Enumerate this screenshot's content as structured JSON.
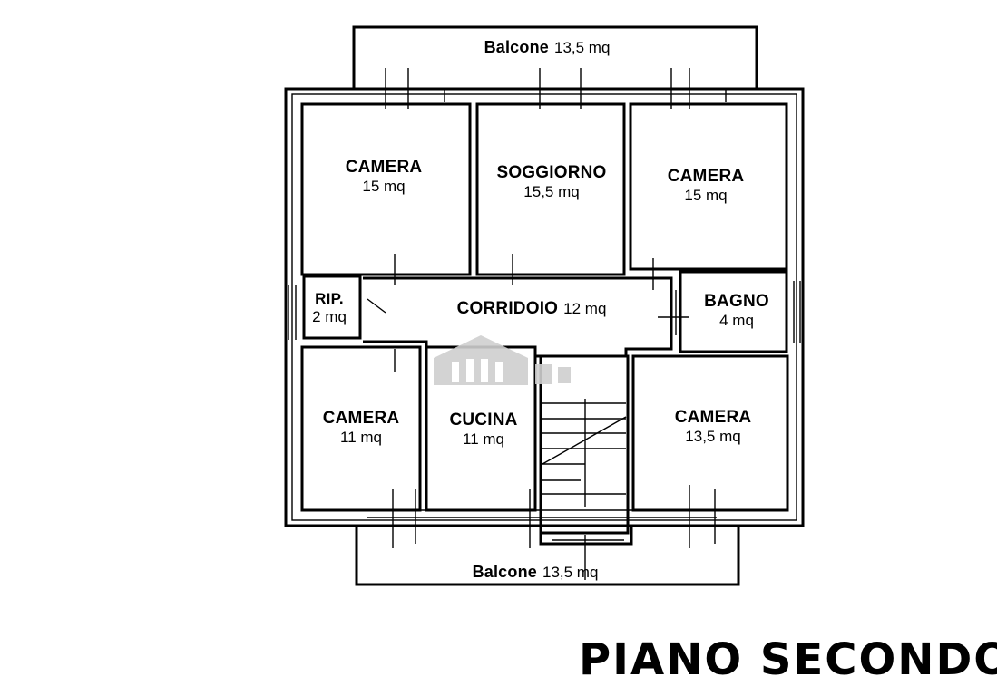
{
  "balconies": [
    {
      "id": "top",
      "name": "Balcone",
      "area": "13,5 mq"
    },
    {
      "id": "bottom",
      "name": "Balcone",
      "area": "13,5 mq"
    }
  ],
  "rooms": [
    {
      "id": "camera-nw",
      "name": "CAMERA",
      "area": "15 mq"
    },
    {
      "id": "soggiorno",
      "name": "SOGGIORNO",
      "area": "15,5 mq"
    },
    {
      "id": "camera-ne",
      "name": "CAMERA",
      "area": "15 mq"
    },
    {
      "id": "ripostiglio",
      "name": "RIP.",
      "area": "2 mq"
    },
    {
      "id": "corridoio",
      "name": "CORRIDOIO",
      "area": "12 mq"
    },
    {
      "id": "bagno",
      "name": "BAGNO",
      "area": "4 mq"
    },
    {
      "id": "camera-sw",
      "name": "CAMERA",
      "area": "11 mq"
    },
    {
      "id": "cucina",
      "name": "CUCINA",
      "area": "11 mq"
    },
    {
      "id": "camera-se",
      "name": "CAMERA",
      "area": "13,5 mq"
    }
  ],
  "title": "PIANO SECONDO",
  "colors": {
    "line": "#000000",
    "background": "#ffffff",
    "watermark": "#cfcfcf"
  }
}
